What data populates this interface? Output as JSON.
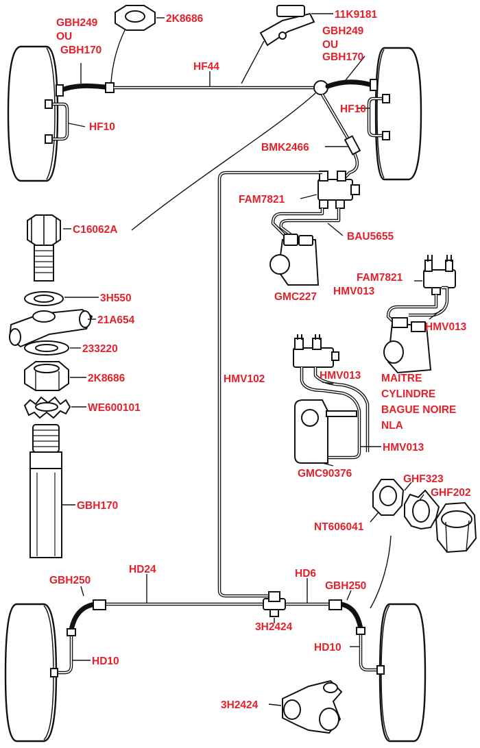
{
  "title": "",
  "labels": {
    "gbh249_top": "GBH249",
    "ou_top": "OU",
    "gbh170_top": "GBH170",
    "nut_2k8686_top": "2K8686",
    "clip_11k9181": "11K9181",
    "gbh249_right": "GBH249",
    "ou_right": "OU",
    "gbh170_right": "GBH170",
    "hf44": "HF44",
    "hf10_left": "HF10",
    "hf10_right": "HF10",
    "bmk2466": "BMK2466",
    "fam7821_top": "FAM7821",
    "bau5655": "BAU5655",
    "gmc227": "GMC227",
    "c16062a": "C16062A",
    "washer_3h550": "3H550",
    "union_21a654": "21A654",
    "washer_233220": "233220",
    "nut_2k8686_mid": "2K8686",
    "we600101": "WE600101",
    "gbh170_mid": "GBH170",
    "fam7821_right": "FAM7821",
    "hmv013_a": "HMV013",
    "hmv013_b": "HMV013",
    "hmv013_c": "HMV013",
    "hmv013_d": "HMV013",
    "maitre": "MAITRE",
    "cylindre": "CYLINDRE",
    "bague_noire": "BAGUE NOIRE",
    "nla": "NLA",
    "hmv102": "HMV102",
    "gmc90376": "GMC90376",
    "ghf323": "GHF323",
    "ghf202": "GHF202",
    "nt606041": "NT606041",
    "hd24": "HD24",
    "hd6": "HD6",
    "gbh250_left": "GBH250",
    "gbh250_right": "GBH250",
    "tee_3h2424_mid": "3H2424",
    "hd10_left": "HD10",
    "hd10_right": "HD10",
    "tee_3h2424_bottom": "3H2424"
  },
  "colors": {
    "label": "#e5202a",
    "line": "#111111",
    "background": "#ffffff"
  }
}
